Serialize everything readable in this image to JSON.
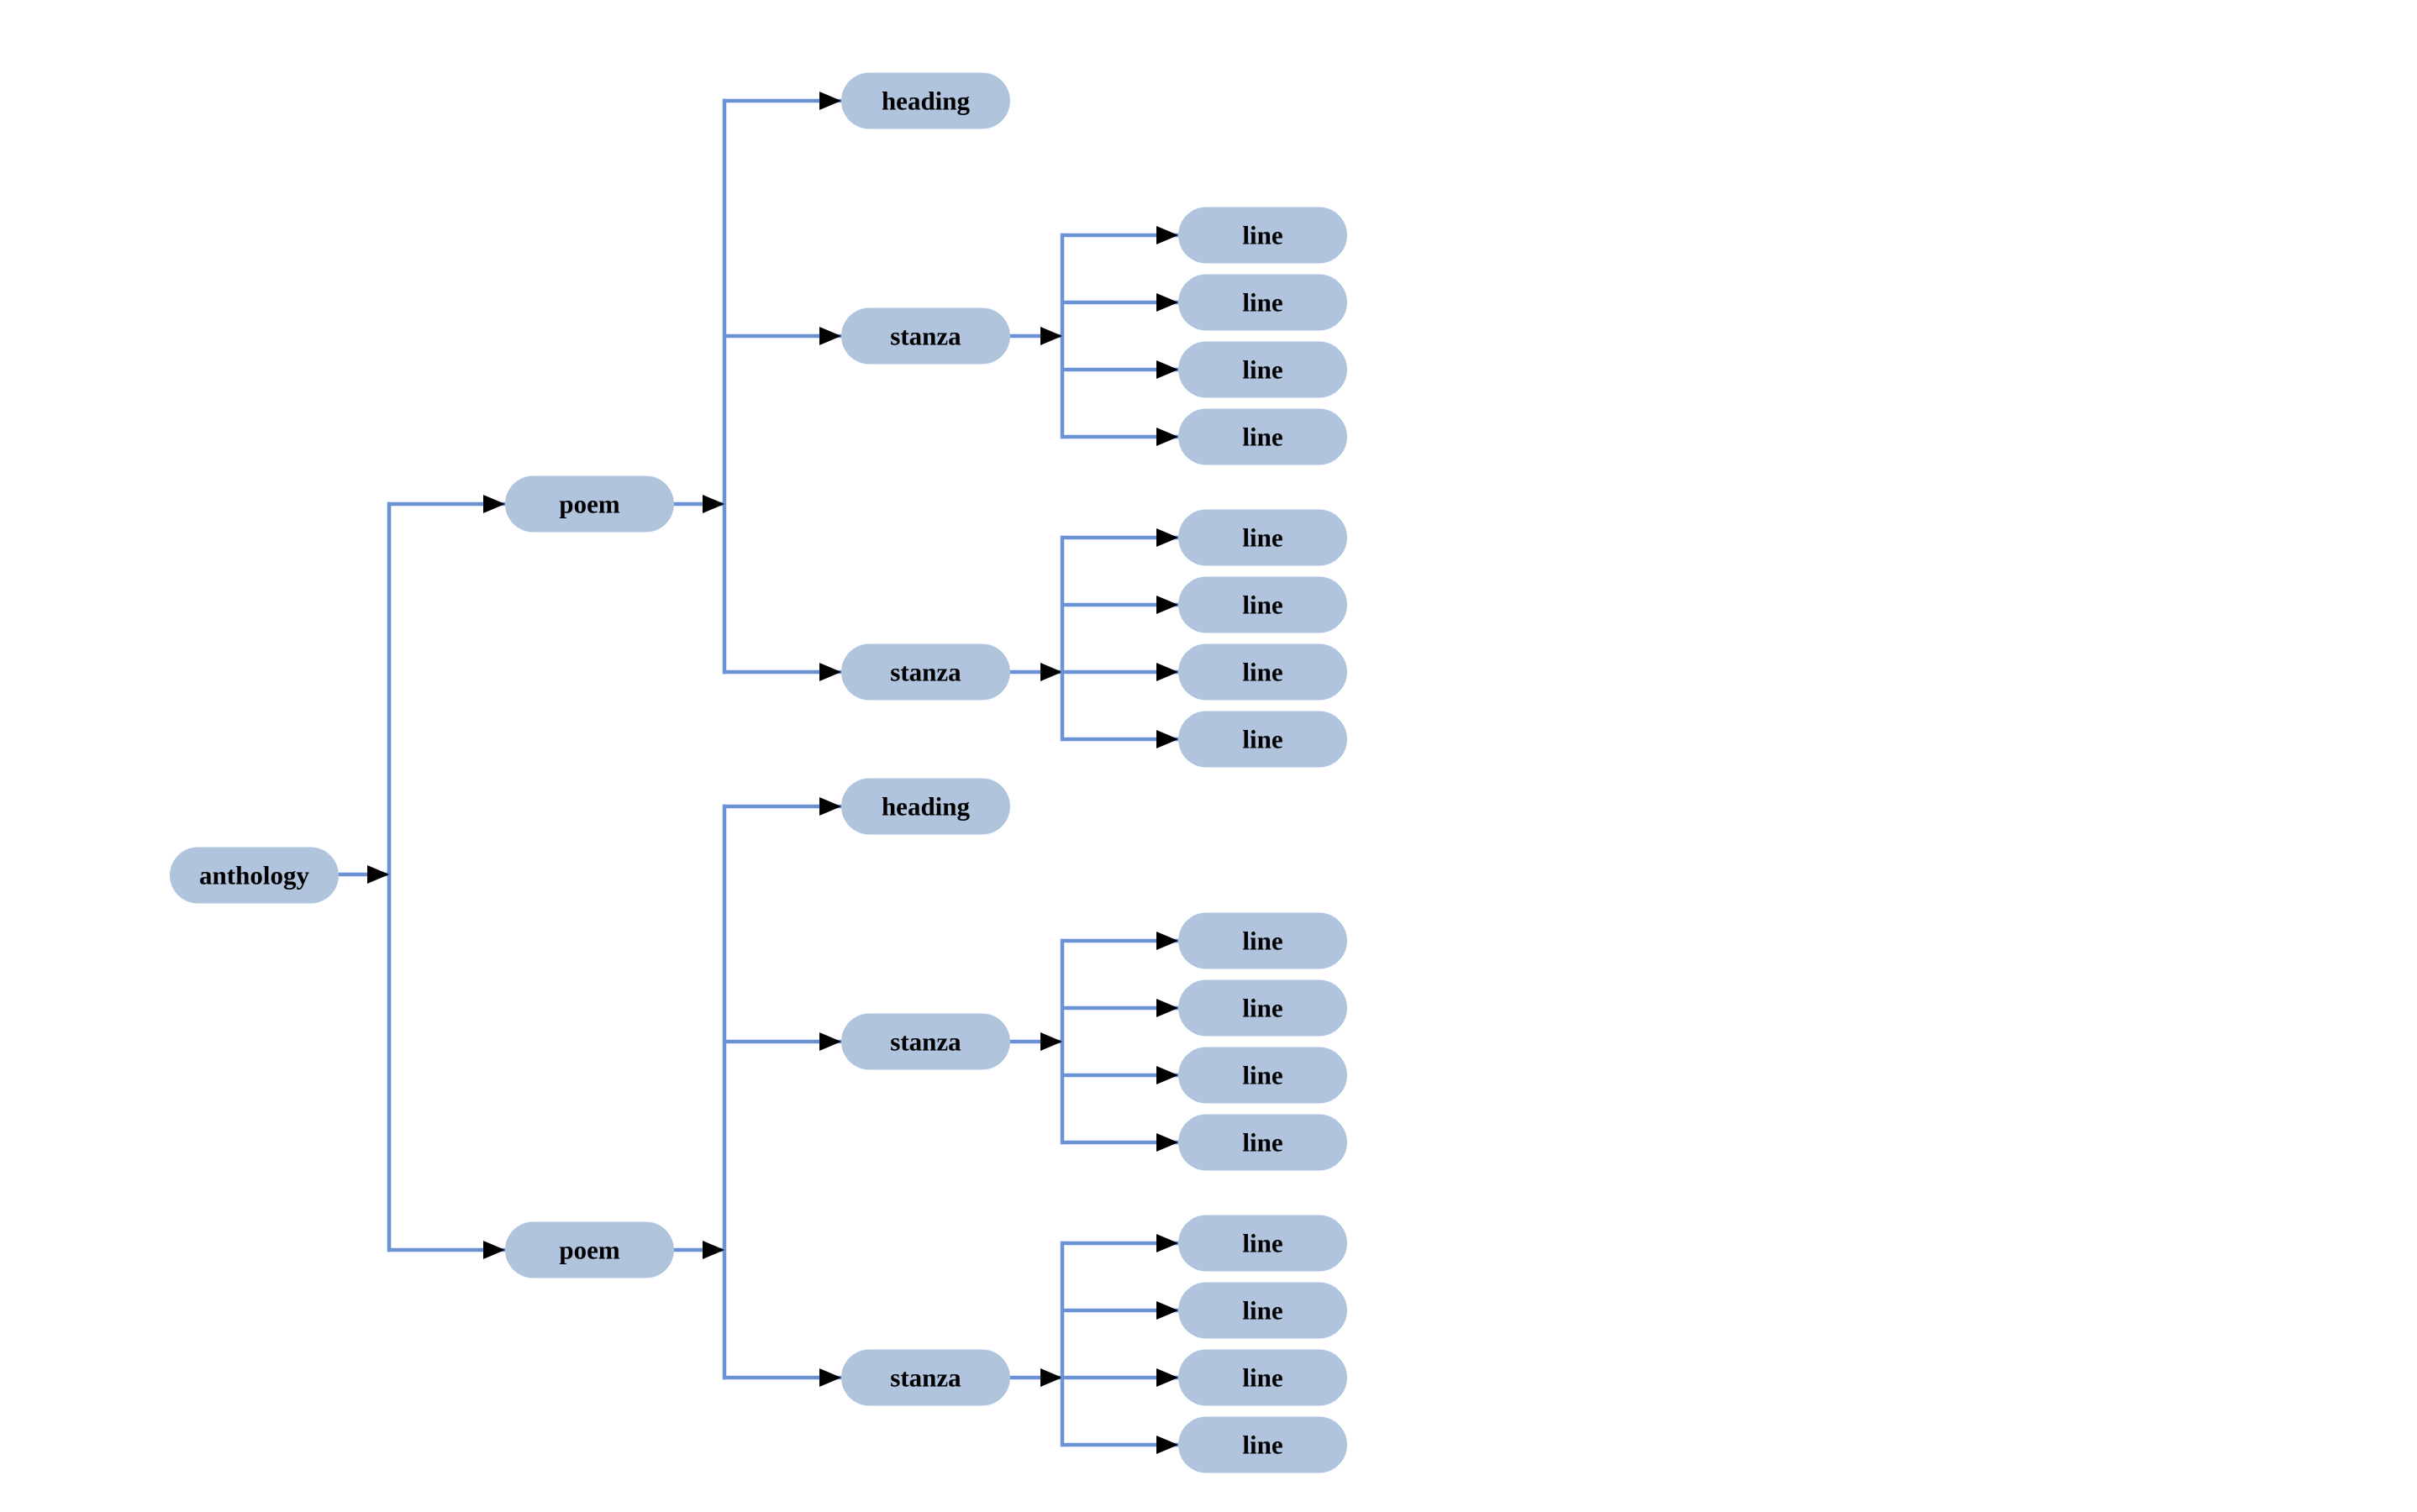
{
  "diagram": {
    "type": "tree",
    "orientation": "left-to-right",
    "colors": {
      "node_fill": "#b0c4de",
      "edge": "#6b92d4",
      "arrow": "#000000",
      "label": "#000000",
      "background": "#ffffff"
    },
    "tree": {
      "label": "anthology",
      "children": [
        {
          "label": "poem",
          "children": [
            {
              "label": "heading",
              "children": []
            },
            {
              "label": "stanza",
              "children": [
                {
                  "label": "line"
                },
                {
                  "label": "line"
                },
                {
                  "label": "line"
                },
                {
                  "label": "line"
                }
              ]
            },
            {
              "label": "stanza",
              "children": [
                {
                  "label": "line"
                },
                {
                  "label": "line"
                },
                {
                  "label": "line"
                },
                {
                  "label": "line"
                }
              ]
            }
          ]
        },
        {
          "label": "poem",
          "children": [
            {
              "label": "heading",
              "children": []
            },
            {
              "label": "stanza",
              "children": [
                {
                  "label": "line"
                },
                {
                  "label": "line"
                },
                {
                  "label": "line"
                },
                {
                  "label": "line"
                }
              ]
            },
            {
              "label": "stanza",
              "children": [
                {
                  "label": "line"
                },
                {
                  "label": "line"
                },
                {
                  "label": "line"
                },
                {
                  "label": "line"
                }
              ]
            }
          ]
        }
      ]
    }
  }
}
